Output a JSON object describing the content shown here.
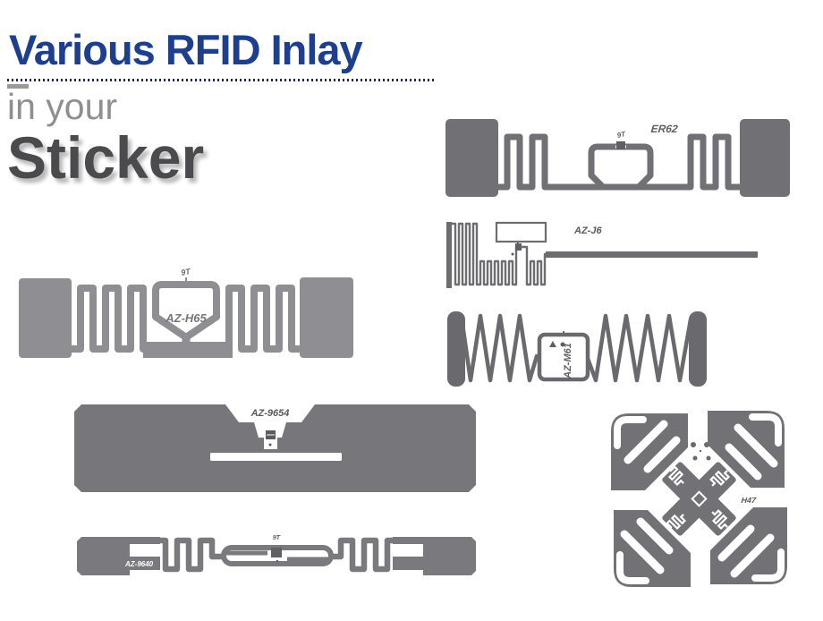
{
  "header": {
    "title": "Various RFID Inlay",
    "subtitle": "in your",
    "product": "Sticker"
  },
  "colors": {
    "title_blue": "#1e3f8e",
    "subtitle_gray": "#8f8f8f",
    "product_gray": "#4b4b4d",
    "inlay_light_gray": "#8f8f93",
    "inlay_dark_gray": "#717175",
    "inlay_medium_gray": "#77777b",
    "label_gray": "#5a5a5e",
    "background": "#ffffff"
  },
  "inlays": [
    {
      "id": "az-h65",
      "label": "AZ-H65",
      "chip_mark": "9T"
    },
    {
      "id": "er62",
      "label": "ER62",
      "chip_mark": "9T"
    },
    {
      "id": "az-j6",
      "label": "AZ-J6"
    },
    {
      "id": "az-m61",
      "label": "AZ-M61"
    },
    {
      "id": "az-9654",
      "label": "AZ-9654"
    },
    {
      "id": "az-9640",
      "label": "AZ-9640",
      "chip_mark": "9T"
    },
    {
      "id": "h47",
      "label": "H47"
    }
  ]
}
